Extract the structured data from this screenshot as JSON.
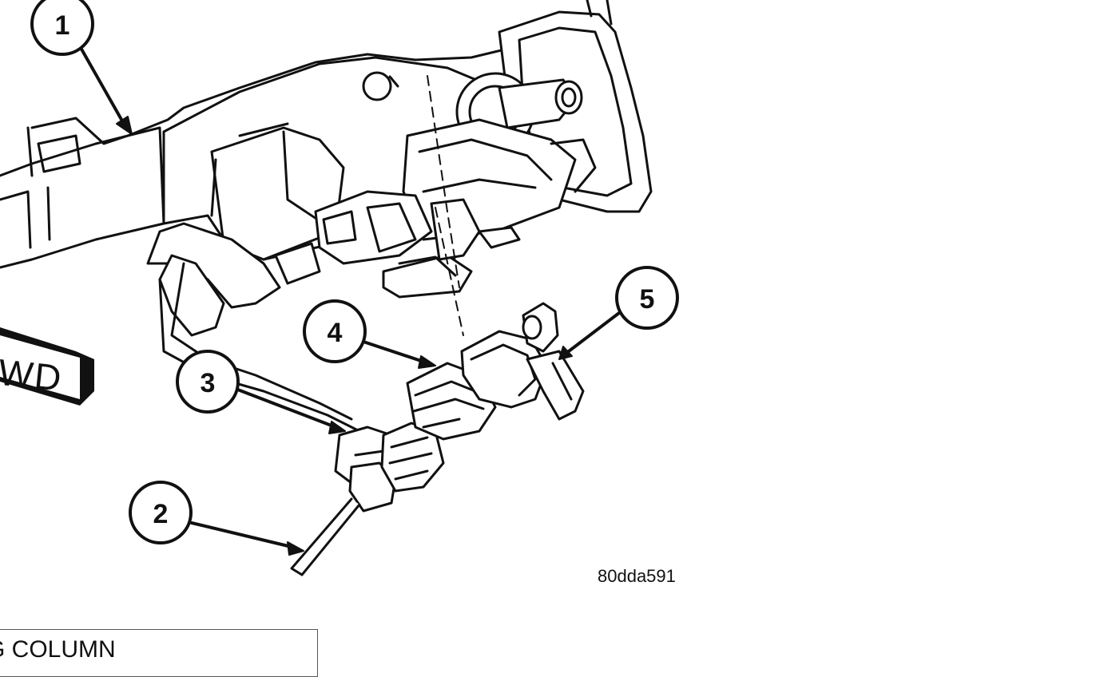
{
  "callouts": [
    {
      "id": "1",
      "label": "1"
    },
    {
      "id": "2",
      "label": "2"
    },
    {
      "id": "3",
      "label": "3"
    },
    {
      "id": "4",
      "label": "4"
    },
    {
      "id": "5",
      "label": "5"
    }
  ],
  "direction_marker": {
    "text": "WD"
  },
  "figure_id": "80dda591",
  "legend": {
    "text": "G COLUMN"
  },
  "colors": {
    "ink": "#111111",
    "paper": "#ffffff"
  }
}
